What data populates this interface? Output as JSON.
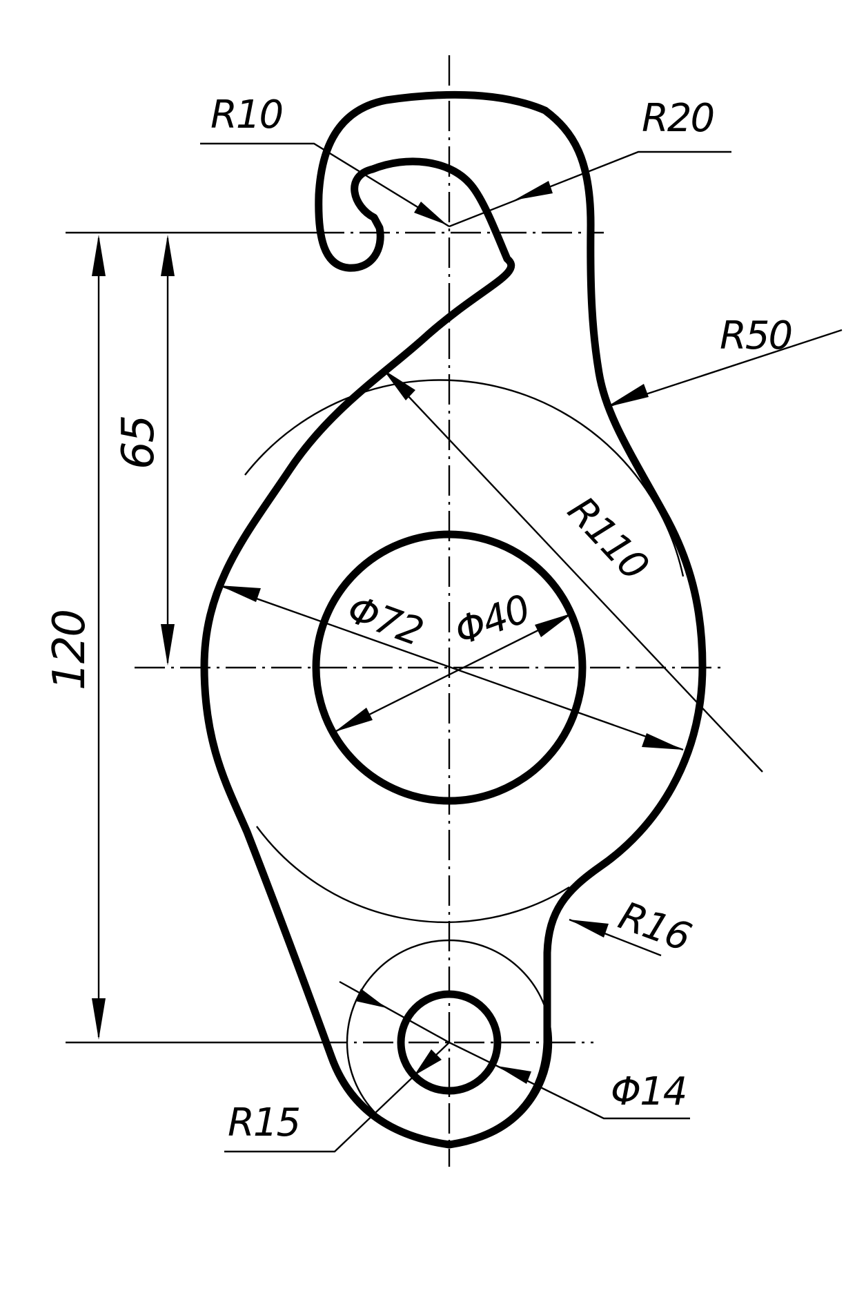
{
  "drawing": {
    "labels": {
      "r10": "R10",
      "r20": "R20",
      "r50": "R50",
      "r110": "R110",
      "d72": "Φ72",
      "d40": "Φ40",
      "d65": "65",
      "d120": "120",
      "r16": "R16",
      "r15": "R15",
      "d14": "Φ14"
    },
    "colors": {
      "ink": "#000000",
      "paper": "#ffffff"
    }
  }
}
